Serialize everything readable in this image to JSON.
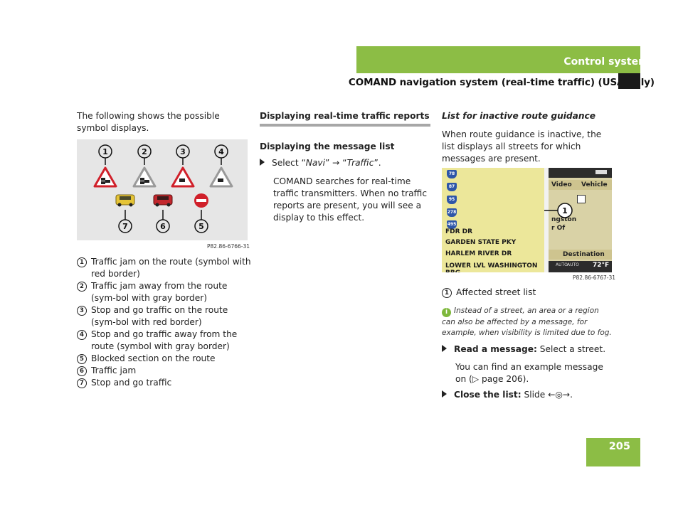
{
  "header": {
    "section": "Control systems",
    "topic": "COMAND navigation system (real-time traffic) (USA only)",
    "page_number": "205"
  },
  "col1": {
    "intro": "The following shows the possible symbol displays.",
    "figure_code": "P82.86-6766-31",
    "figure_numbers": [
      "1",
      "2",
      "3",
      "4",
      "5",
      "6",
      "7"
    ],
    "legend": [
      {
        "num": "1",
        "text": "Traffic jam on the route (symbol with red border)"
      },
      {
        "num": "2",
        "text": "Traffic jam away from the route (sym-bol with gray border)"
      },
      {
        "num": "3",
        "text": "Stop and go traffic on the route (sym-bol with red border)"
      },
      {
        "num": "4",
        "text": "Stop and go traffic away from the route (symbol with gray border)"
      },
      {
        "num": "5",
        "text": "Blocked section on the route"
      },
      {
        "num": "6",
        "text": "Traffic jam"
      },
      {
        "num": "7",
        "text": "Stop and go traffic"
      }
    ]
  },
  "col2": {
    "heading": "Displaying real-time traffic reports",
    "subheading": "Displaying the message list",
    "step_prefix": "Select “",
    "step_navi": "Navi",
    "step_arrow": "” → “",
    "step_traffic": "Traffic",
    "step_suffix": "”.",
    "body": "COMAND searches for real-time traffic transmitters. When no traffic reports are present, you will see a display to this effect."
  },
  "col3": {
    "heading": "List for inactive route guidance",
    "intro": "When route guidance is inactive, the list displays all streets for which messages are present.",
    "figure_code": "P82.86-6767-31",
    "screen": {
      "shields": [
        "78",
        "87",
        "95",
        "278",
        "495"
      ],
      "streets": [
        "FDR DR",
        "GARDEN STATE PKY",
        "HARLEM RIVER DR",
        "LOWER LVL WASHINGTON BRG"
      ],
      "tab_video": "Video",
      "tab_vehicle": "Vehicle",
      "map_text_1": "ngston",
      "map_text_2": "r Of",
      "destination": "Destination",
      "auto_1": "AUTO",
      "auto_2": "AUTO",
      "temp": "72°F",
      "callout": "1"
    },
    "legend": {
      "num": "1",
      "text": "Affected street list"
    },
    "note": "Instead of a street, an area or a region can also be affected by a message, for example, when visibility is limited due to fog.",
    "step1_label": "Read a message:",
    "step1_text": " Select a street.",
    "step1_body": "You can find an example message on (▷ page 206).",
    "step2_label": "Close the list:",
    "step2_text": " Slide ←◎→."
  },
  "colors": {
    "accent_green": "#8cbd45",
    "sign_red": "#d0202a",
    "car_yellow": "#e5c437",
    "car_red": "#c2272d"
  }
}
